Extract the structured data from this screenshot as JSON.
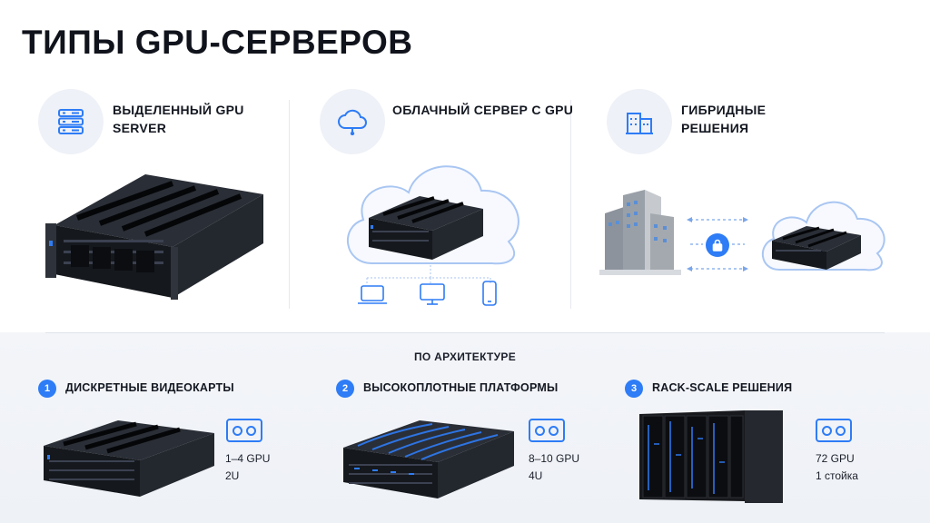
{
  "title": "ТИПЫ GPU-СЕРВЕРОВ",
  "types": [
    {
      "label": "ВЫДЕЛЕННЫЙ GPU SERVER",
      "icon": "server-stack-icon"
    },
    {
      "label": "ОБЛАЧНЫЙ СЕРВЕР С GPU",
      "icon": "cloud-icon"
    },
    {
      "label": "ГИБРИДНЫЕ РЕШЕНИЯ",
      "icon": "buildings-icon"
    }
  ],
  "architecture": {
    "title": "ПО АРХИТЕКТУРЕ",
    "items": [
      {
        "number": "1",
        "label": "ДИСКРЕТНЫЕ ВИДЕОКАРТЫ",
        "gpus": "1–4 GPU",
        "size": "2U"
      },
      {
        "number": "2",
        "label": "ВЫСОКОПЛОТНЫЕ ПЛАТФОРМЫ",
        "gpus": "8–10 GPU",
        "size": "4U"
      },
      {
        "number": "3",
        "label": "RACK-SCALE РЕШЕНИЯ",
        "gpus": "72 GPU",
        "size": "1 стойка"
      }
    ]
  },
  "colors": {
    "accent": "#2e7cf6",
    "icon_bg": "#eef1f7",
    "dark": "#10131b"
  }
}
